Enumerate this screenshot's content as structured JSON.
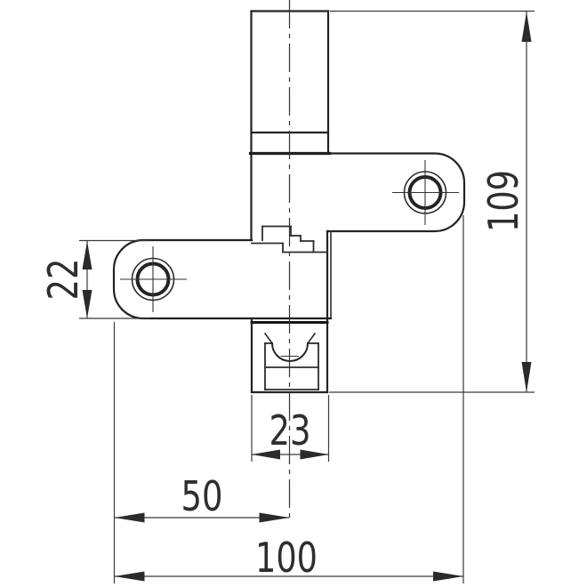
{
  "drawing": {
    "kind": "hinge-cross-section-technical-drawing",
    "dimensions": {
      "total_height": "109",
      "leaf_thickness": "22",
      "body_width": "23",
      "pivot_offset": "50",
      "total_width": "100"
    },
    "colors": {
      "background": "#ffffff",
      "part_line": "#232323",
      "dimension_line": "#3a3a3a",
      "text": "#2e2e2e"
    }
  }
}
